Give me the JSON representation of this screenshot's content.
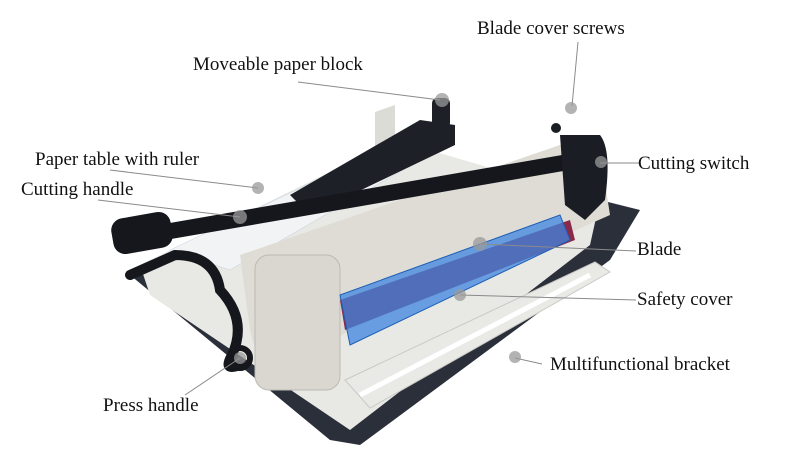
{
  "diagram": {
    "subject": "Heavy-duty guillotine paper cutter",
    "labels": [
      {
        "id": "moveable-paper-block",
        "text": "Moveable paper block"
      },
      {
        "id": "blade-cover-screws",
        "text": "Blade cover screws"
      },
      {
        "id": "paper-table-with-ruler",
        "text": "Paper table with ruler"
      },
      {
        "id": "cutting-handle",
        "text": "Cutting handle"
      },
      {
        "id": "cutting-switch",
        "text": "Cutting switch"
      },
      {
        "id": "blade",
        "text": "Blade"
      },
      {
        "id": "safety-cover",
        "text": "Safety cover"
      },
      {
        "id": "multifunctional-bracket",
        "text": "Multifunctional bracket"
      },
      {
        "id": "press-handle",
        "text": "Press handle"
      }
    ]
  },
  "colors": {
    "body": "#e4e4df",
    "base": "#2a2f3a",
    "handle": "#15171c",
    "safety_cover": "#3d86e0",
    "blade_red": "#8a2a4a",
    "leader": "#8a8a8a"
  }
}
